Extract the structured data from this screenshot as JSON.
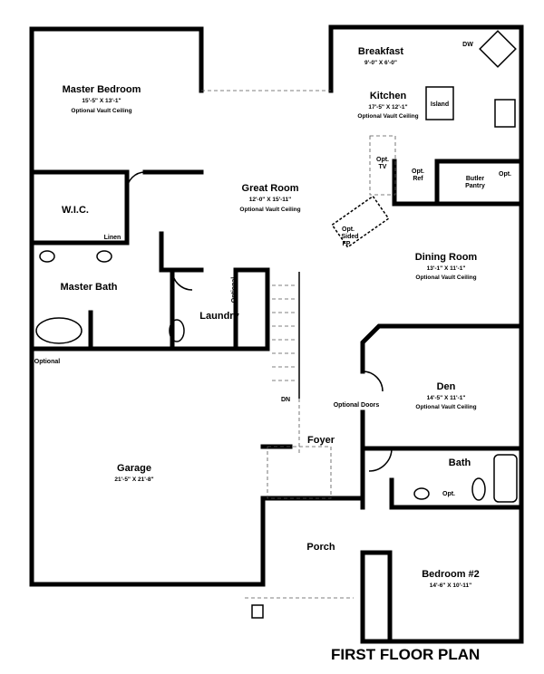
{
  "title": "FIRST FLOOR PLAN",
  "rooms": {
    "master_bedroom": {
      "name": "Master Bedroom",
      "dims": "15'-5\" X 13'-1\"",
      "note": "Optional Vault Ceiling"
    },
    "wic": {
      "name": "W.I.C."
    },
    "linen": {
      "name": "Linen"
    },
    "master_bath": {
      "name": "Master Bath"
    },
    "great_room": {
      "name": "Great Room",
      "dims": "12'-0\" X 15'-11\"",
      "note": "Optional Vault Ceiling"
    },
    "breakfast": {
      "name": "Breakfast",
      "dims": "9'-0\" X 6'-0\""
    },
    "kitchen": {
      "name": "Kitchen",
      "dims": "17'-5\" X 12'-1\"",
      "note": "Optional Vault Ceiling"
    },
    "dining_room": {
      "name": "Dining Room",
      "dims": "13'-1\" X 11'-1\"",
      "note": "Optional Vault Ceiling"
    },
    "laundry": {
      "name": "Laundry"
    },
    "den": {
      "name": "Den",
      "dims": "14'-5\" X 11'-1\"",
      "note": "Optional Vault Ceiling"
    },
    "foyer": {
      "name": "Foyer"
    },
    "bath": {
      "name": "Bath"
    },
    "garage": {
      "name": "Garage",
      "dims": "21'-5\" X 21'-8\""
    },
    "porch": {
      "name": "Porch"
    },
    "bedroom2": {
      "name": "Bedroom #2",
      "dims": "14'-6\" X 10'-11\""
    }
  },
  "labels": {
    "dw": "DW",
    "island": "Island",
    "opt_tv_1": "Opt.",
    "opt_tv_2": "TV",
    "opt_ref_1": "Opt.",
    "opt_ref_2": "Ref",
    "butler_1": "Butler",
    "butler_2": "Pantry",
    "opt": "Opt.",
    "fp_1": "Opt.",
    "fp_2": "Sided",
    "fp_3": "FP",
    "optional_laundry": "Optional",
    "optional_garage": "Optional",
    "dn": "DN",
    "optional_doors": "Optional Doors",
    "bath_opt": "Opt."
  }
}
